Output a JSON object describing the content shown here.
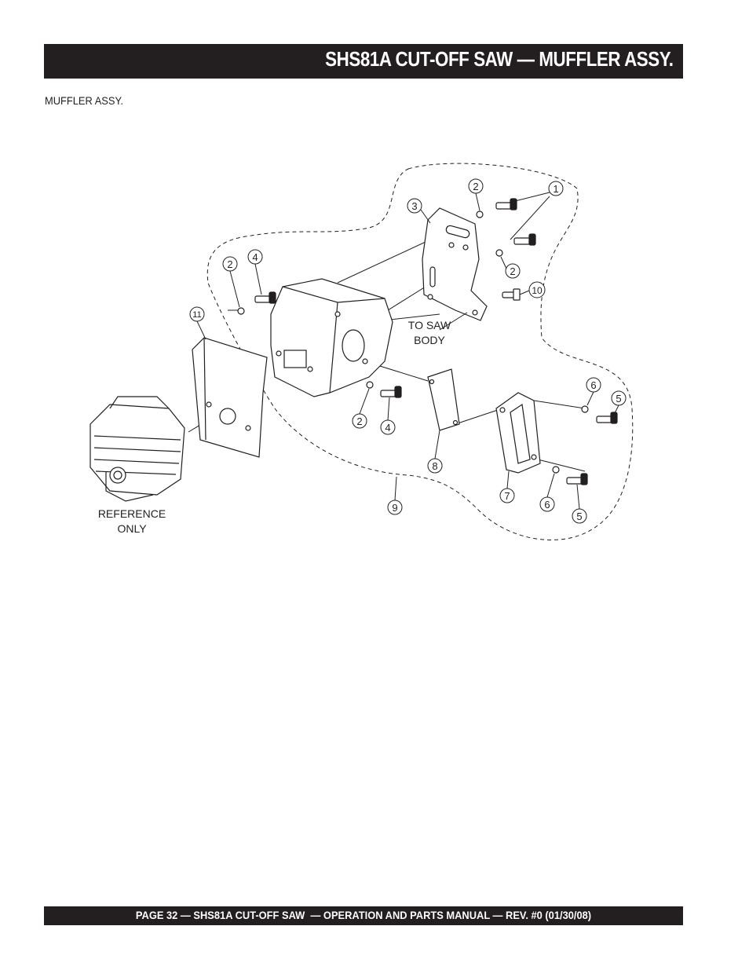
{
  "header": {
    "title": "SHS81A CUT-OFF SAW — MUFFLER ASSY."
  },
  "section": {
    "label": "MUFFLER ASSY."
  },
  "diagram": {
    "callouts": [
      "1",
      "2",
      "2",
      "2",
      "2",
      "3",
      "4",
      "4",
      "5",
      "5",
      "6",
      "6",
      "7",
      "8",
      "9",
      "10",
      "11"
    ],
    "to_saw_body": [
      "TO SAW",
      "BODY"
    ],
    "reference_only": [
      "REFERENCE",
      "ONLY"
    ]
  },
  "footer": {
    "text": "PAGE 32 — SHS81A CUT-OFF SAW  — OPERATION AND PARTS MANUAL — REV. #0 (01/30/08)"
  }
}
